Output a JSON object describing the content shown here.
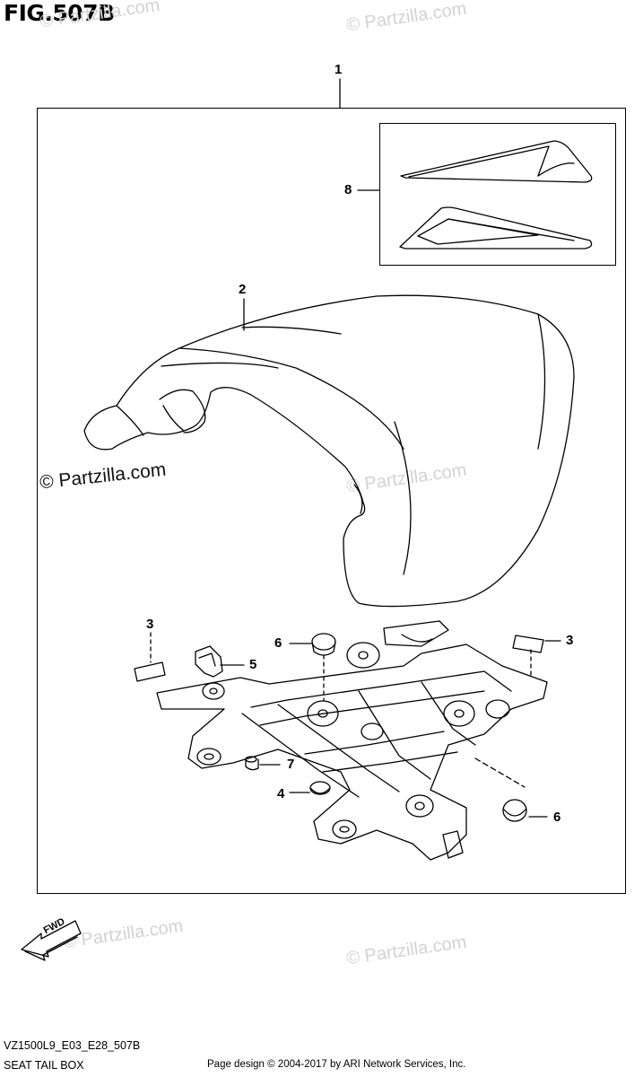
{
  "figure": {
    "title": "FIG.507B"
  },
  "watermark": {
    "text": "© Partzilla.com"
  },
  "callouts": {
    "c1": "1",
    "c2": "2",
    "c3a": "3",
    "c3b": "3",
    "c4": "4",
    "c5": "5",
    "c6a": "6",
    "c6b": "6",
    "c7": "7",
    "c8": "8"
  },
  "direction_arrow": {
    "label": "FWD"
  },
  "footer": {
    "model_code": "VZ1500L9_E03_E28_507B",
    "section_name": "SEAT TAIL BOX",
    "copyright": "Page design © 2004-2017 by ARI Network Services, Inc."
  }
}
